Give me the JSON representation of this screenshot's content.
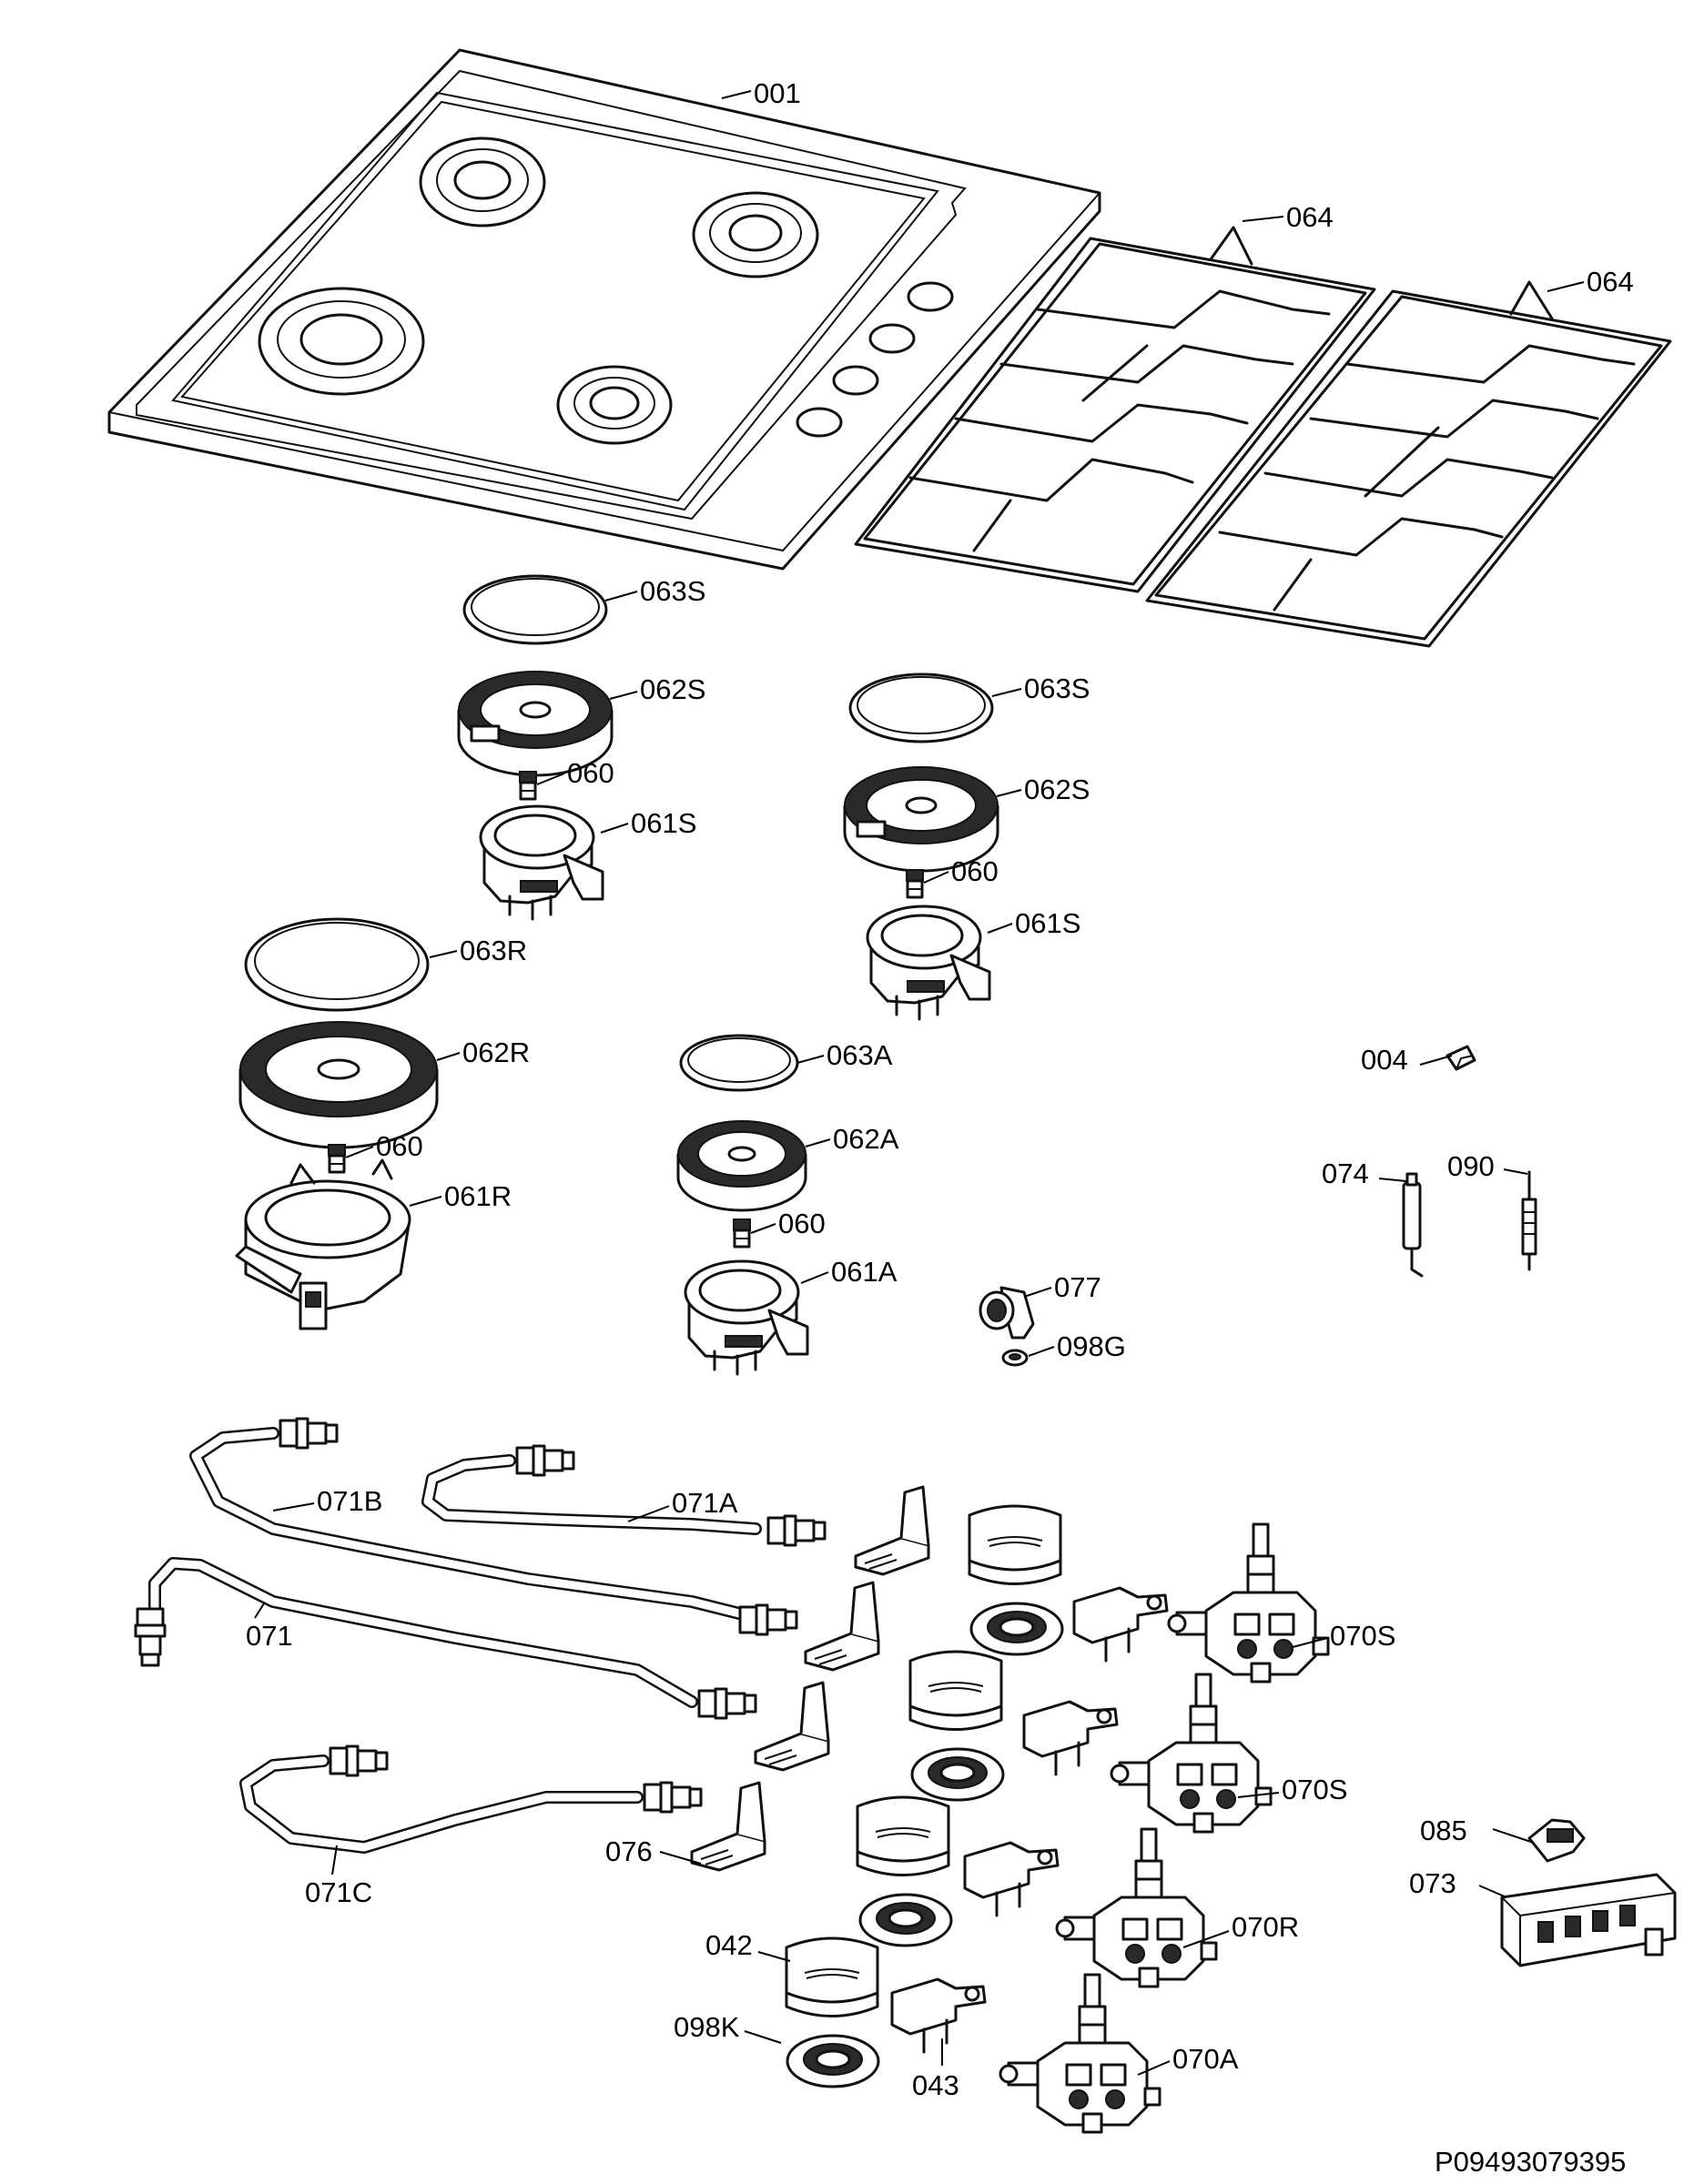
{
  "drawing": {
    "code": "P09493079395",
    "callouts": [
      {
        "id": "c001",
        "text": "001"
      },
      {
        "id": "c064a",
        "text": "064"
      },
      {
        "id": "c064b",
        "text": "064"
      },
      {
        "id": "c063S1",
        "text": "063S"
      },
      {
        "id": "c062S1",
        "text": "062S"
      },
      {
        "id": "c0601",
        "text": "060"
      },
      {
        "id": "c061S1",
        "text": "061S"
      },
      {
        "id": "c063S2",
        "text": "063S"
      },
      {
        "id": "c062S2",
        "text": "062S"
      },
      {
        "id": "c0602",
        "text": "060"
      },
      {
        "id": "c061S2",
        "text": "061S"
      },
      {
        "id": "c063R",
        "text": "063R"
      },
      {
        "id": "c062R",
        "text": "062R"
      },
      {
        "id": "c0603",
        "text": "060"
      },
      {
        "id": "c061R",
        "text": "061R"
      },
      {
        "id": "c063A",
        "text": "063A"
      },
      {
        "id": "c062A",
        "text": "062A"
      },
      {
        "id": "c0604",
        "text": "060"
      },
      {
        "id": "c061A",
        "text": "061A"
      },
      {
        "id": "c004",
        "text": "004"
      },
      {
        "id": "c074",
        "text": "074"
      },
      {
        "id": "c090",
        "text": "090"
      },
      {
        "id": "c077",
        "text": "077"
      },
      {
        "id": "c098G",
        "text": "098G"
      },
      {
        "id": "c071B",
        "text": "071B"
      },
      {
        "id": "c071A",
        "text": "071A"
      },
      {
        "id": "c071",
        "text": "071"
      },
      {
        "id": "c071C",
        "text": "071C"
      },
      {
        "id": "c076",
        "text": "076"
      },
      {
        "id": "c070S1",
        "text": "070S"
      },
      {
        "id": "c070S2",
        "text": "070S"
      },
      {
        "id": "c070R",
        "text": "070R"
      },
      {
        "id": "c070A",
        "text": "070A"
      },
      {
        "id": "c042",
        "text": "042"
      },
      {
        "id": "c098K",
        "text": "098K"
      },
      {
        "id": "c043",
        "text": "043"
      },
      {
        "id": "c085",
        "text": "085"
      },
      {
        "id": "c073",
        "text": "073"
      }
    ]
  }
}
